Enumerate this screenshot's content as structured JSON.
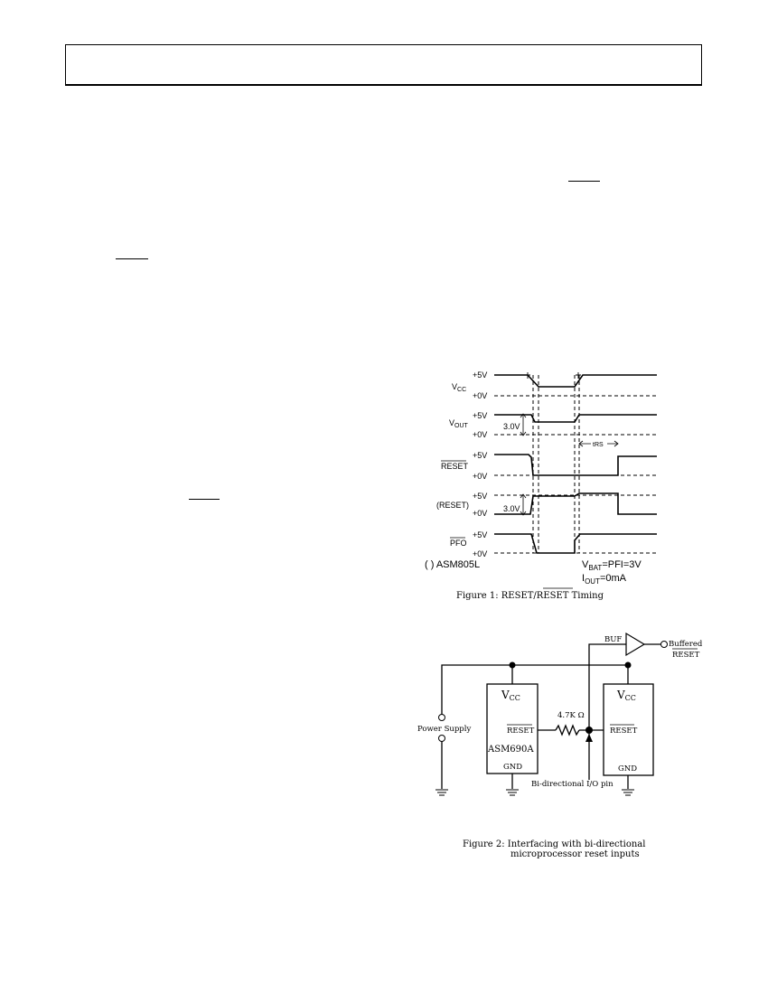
{
  "figure1": {
    "caption_prefix": "Figure 1: RESET/",
    "caption_overline": "RESET",
    "caption_suffix": " Timing",
    "level_high": "+5V",
    "level_low": "+0V",
    "threshold": "3.0V",
    "trs_label": "tRS",
    "signals": {
      "vcc_main": "V",
      "vcc_sub": "CC",
      "vout_main": "V",
      "vout_sub": "OUT",
      "reset_bar": "RESET",
      "reset_l": "(RESET)",
      "pfo": "PFO"
    },
    "footnote_left": "( ) ASM805L",
    "footnote_vbat_main": "V",
    "footnote_vbat_sub": "BAT",
    "footnote_vbat_rest": "=PFI=3V",
    "footnote_iout_main": "I",
    "footnote_iout_sub": "OUT",
    "footnote_iout_rest": "=0mA"
  },
  "figure2": {
    "caption_line1": "Figure 2: Interfacing with bi-directional",
    "caption_line2": "microprocessor reset inputs",
    "buf_label": "BUF",
    "buffered_label": "Buffered",
    "buffered_reset": "RESET",
    "power_supply": "Power Supply",
    "resistor": "4.7K Ω",
    "bidir_label": "Bi-directional I/O pin",
    "chip1": {
      "vcc_main": "V",
      "vcc_sub": "CC",
      "reset": "RESET",
      "name": "ASM690A",
      "gnd": "GND"
    },
    "chip2": {
      "vcc_main": "V",
      "vcc_sub": "CC",
      "reset": "RESET",
      "gnd": "GND"
    }
  }
}
